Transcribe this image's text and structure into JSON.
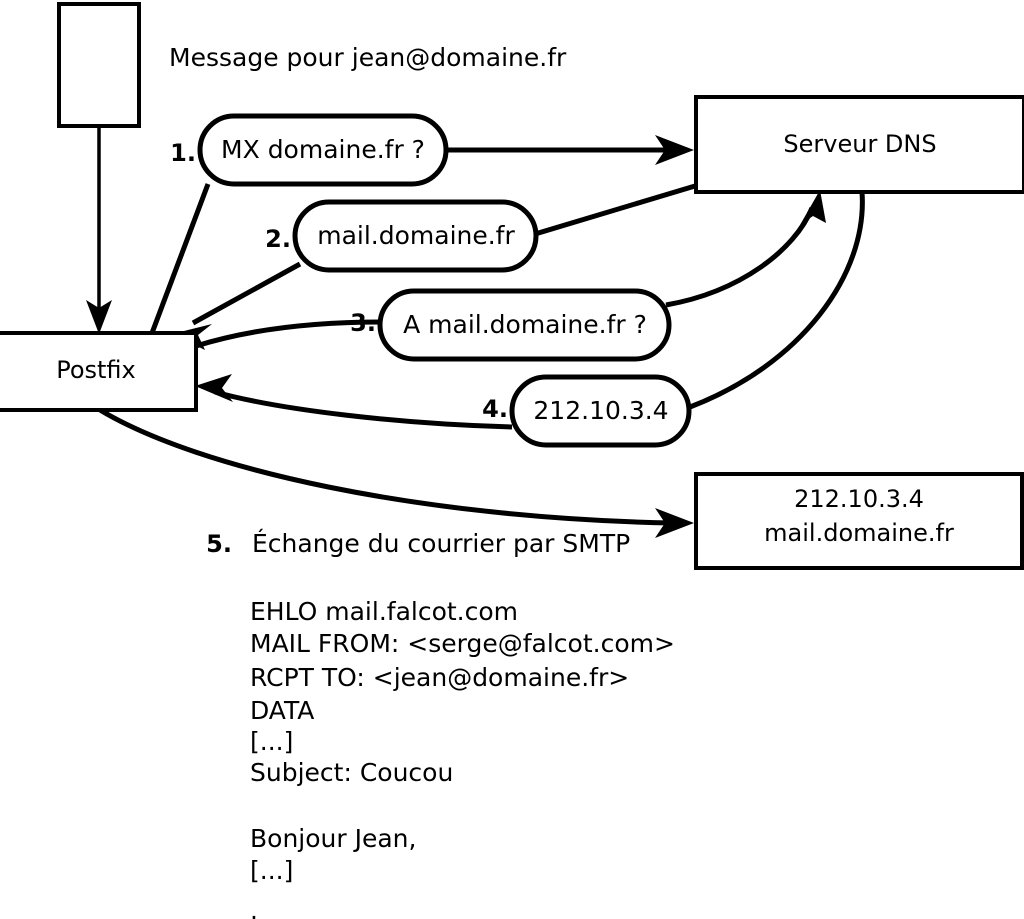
{
  "diagram": {
    "caption": "Message pour jean@domaine.fr",
    "nodes": {
      "sender": {
        "label": ""
      },
      "postfix": {
        "label": "Postfix"
      },
      "dns": {
        "label": "Serveur DNS"
      },
      "mailserver": {
        "line1": "212.10.3.4",
        "line2": "mail.domaine.fr"
      }
    },
    "steps": [
      {
        "num": "1.",
        "label": "MX domaine.fr ?"
      },
      {
        "num": "2.",
        "label": "mail.domaine.fr"
      },
      {
        "num": "3.",
        "label": "A mail.domaine.fr ?"
      },
      {
        "num": "4.",
        "label": "212.10.3.4"
      }
    ],
    "step5": {
      "num": "5.",
      "label": "Échange du courrier par SMTP"
    },
    "smtp_transcript": [
      "EHLO mail.falcot.com",
      "MAIL FROM: <serge@falcot.com>",
      "RCPT TO: <jean@domaine.fr>",
      "DATA",
      "[...]",
      "Subject: Coucou",
      "",
      "Bonjour Jean,",
      "[...]",
      "",
      "."
    ],
    "colors": {
      "stroke": "#000000",
      "fill": "#ffffff"
    }
  }
}
